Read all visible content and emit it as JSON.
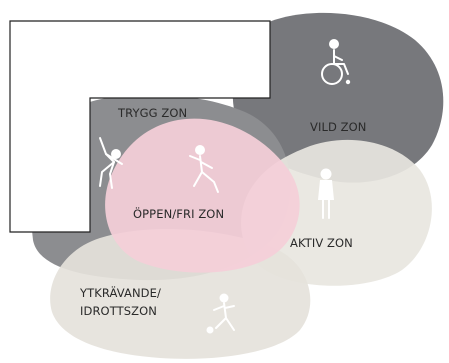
{
  "zones": {
    "trygg": {
      "label": "TRYGG ZON",
      "color": "#8c8d90"
    },
    "vild": {
      "label": "VILD ZON",
      "color": "#77787c"
    },
    "oppen": {
      "label": "ÖPPEN/FRI ZON",
      "color": "#f4cfd8"
    },
    "aktiv": {
      "label": "AKTIV ZON",
      "color": "#e8e6df"
    },
    "ytkravande": {
      "label_line1": "YTKRÄVANDE/",
      "label_line2": "IDROTTSZON",
      "color": "#e5e2db"
    }
  },
  "building": {
    "fill": "#ffffff",
    "stroke": "#222222"
  },
  "icons": [
    "wheelchair-user-icon",
    "stretching-child-icon",
    "running-child-icon",
    "standing-child-icon",
    "football-child-icon"
  ]
}
